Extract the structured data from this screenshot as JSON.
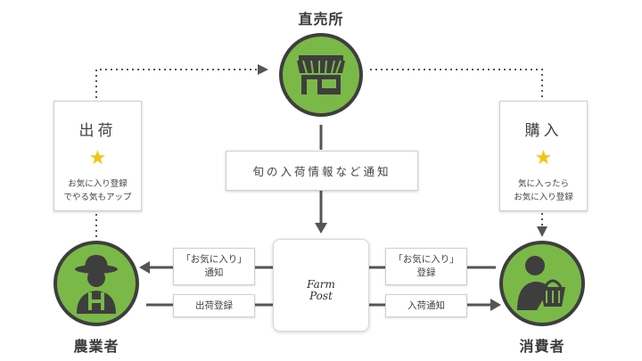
{
  "colors": {
    "node_green": "#7ab948",
    "node_ring": "#3e3e3e",
    "line_gray": "#555555",
    "star_yellow": "#f3c40f"
  },
  "nodes": {
    "store": {
      "title": "直売所",
      "icon": "storefront-icon"
    },
    "farmer": {
      "title": "農業者",
      "icon": "farmer-icon"
    },
    "consumer": {
      "title": "消費者",
      "icon": "shopper-basket-icon"
    }
  },
  "cards": {
    "shipping": {
      "title": "出荷",
      "icon": "star-icon",
      "line1": "お気に入り登録",
      "line2": "でやる気もアップ"
    },
    "purchase": {
      "title": "購入",
      "icon": "star-icon",
      "line1": "気に入ったら",
      "line2": "お気に入り登録"
    }
  },
  "center": {
    "notify_label": "旬の入荷情報など通知",
    "app_icon": "farm-post-bag-icon",
    "app_logo_line1": "Farm",
    "app_logo_line2": "Post"
  },
  "flows": {
    "favorite_notify": {
      "line1": "「お気に入り」",
      "line2": "通知"
    },
    "favorite_register": {
      "line1": "「お気に入り」",
      "line2": "登録"
    },
    "shipping_register": "出荷登録",
    "arrival_notify": "入荷通知"
  }
}
